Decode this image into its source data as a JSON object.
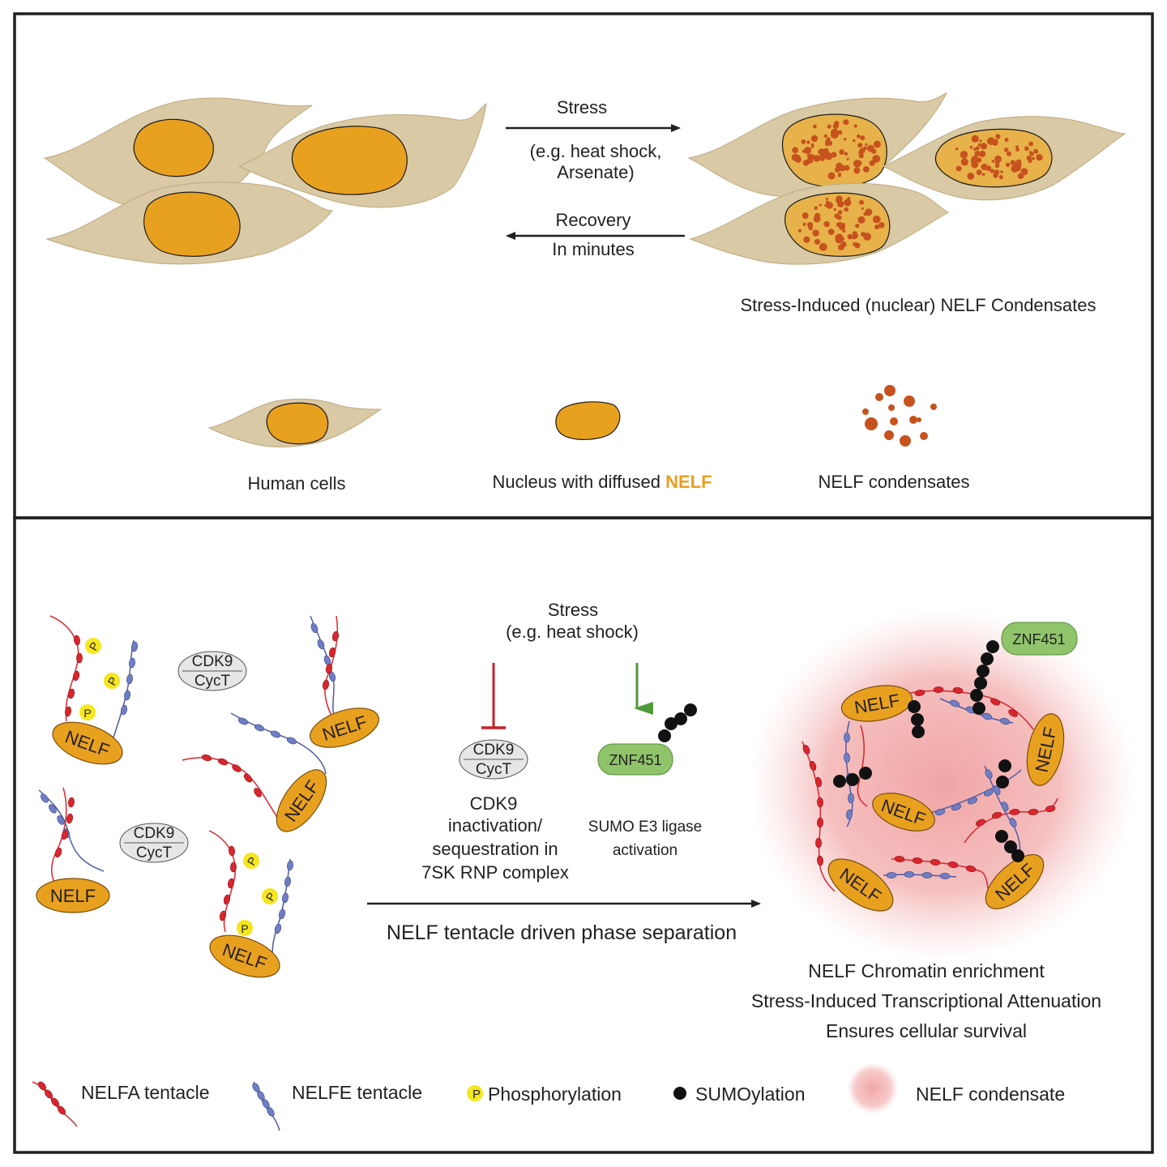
{
  "top_panel": {
    "arrow_forward_label": "Stress",
    "arrow_forward_sub_1": "(e.g. heat shock,",
    "arrow_forward_sub_2": "Arsenate)",
    "arrow_back_label": "Recovery",
    "arrow_back_sub": "In minutes",
    "condensates_caption": "Stress-Induced (nuclear) NELF Condensates",
    "legend": {
      "human_cells": "Human cells",
      "nucleus_prefix": "Nucleus with diffused ",
      "nucleus_highlight": "NELF",
      "condensates": "NELF condensates"
    }
  },
  "bottom_panel": {
    "stress_label": "Stress",
    "stress_sub": "(e.g. heat shock)",
    "cdk9": "CDK9",
    "cyct": "CycT",
    "nelf": "NELF",
    "phospho": "P",
    "znf451": "ZNF451",
    "cdk_caption_1": "CDK9",
    "cdk_caption_2": "inactivation/",
    "cdk_caption_3": "sequestration in",
    "cdk_caption_4": "7SK RNP complex",
    "sumo_caption_1": "SUMO E3 ligase",
    "sumo_caption_2": "activation",
    "phase_label": "NELF tentacle driven phase separation",
    "outcome_1": "NELF Chromatin enrichment",
    "outcome_2": "Stress-Induced Transcriptional Attenuation",
    "outcome_3": "Ensures cellular survival"
  },
  "legend_bottom": {
    "nelfa": "NELFA tentacle",
    "nelfe": "NELFE tentacle",
    "phosphorylation": "Phosphorylation",
    "sumoylation": "SUMOylation",
    "condensate": "NELF condensate"
  },
  "colors": {
    "nelf_orange": "#e8a01f",
    "condensate_brown": "#c6521e",
    "cell_beige": "#d9c9a5",
    "nelfa_red": "#d9262e",
    "nelfe_blue": "#6f7ec4",
    "znf_green": "#8fc46a",
    "inhibit_red": "#c8202a",
    "activate_green": "#4f9a3a",
    "condensate_pink": "#f0a0a0"
  }
}
